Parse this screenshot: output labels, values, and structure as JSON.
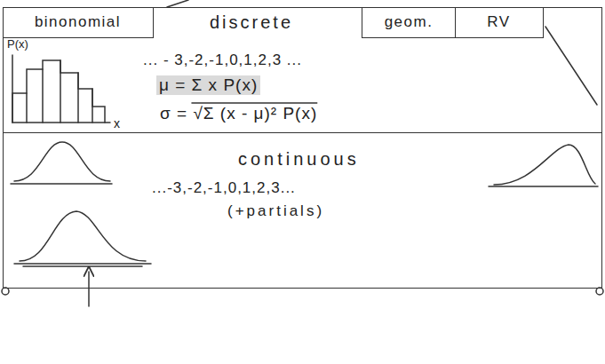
{
  "diagram": {
    "nodes": [
      {
        "text": [
          "discrete",
          "... - 3,-2,-1,0,1,2,3 ...",
          "μ = Σ x P(x)",
          "σ = √Σ (x - μ)² P(x)"
        ]
      },
      {
        "text": [
          "binonomial"
        ],
        "in": 0
      },
      {
        "text": [
          "geom."
        ],
        "in": 0
      },
      {
        "text": [
          "RV"
        ],
        "in": 0
      },
      {
        "text": [
          "continuous",
          "...-3,-2,-1,0,1,2,3...",
          "(+partials)"
        ]
      }
    ],
    "labels": [
      "P(x)",
      "x"
    ]
  }
}
